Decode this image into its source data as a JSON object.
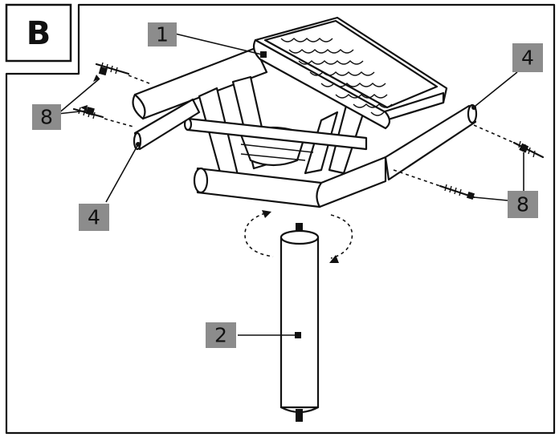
{
  "panel": {
    "letter": "B"
  },
  "callouts": {
    "c1": "1",
    "c2": "2",
    "c4_left": "4",
    "c4_right": "4",
    "c8_left": "8",
    "c8_right": "8"
  },
  "colors": {
    "ink": "#111111",
    "callout_fill": "#8c8c8c",
    "background": "#ffffff"
  },
  "parts": [
    "roof",
    "post",
    "side-rail",
    "screw"
  ]
}
